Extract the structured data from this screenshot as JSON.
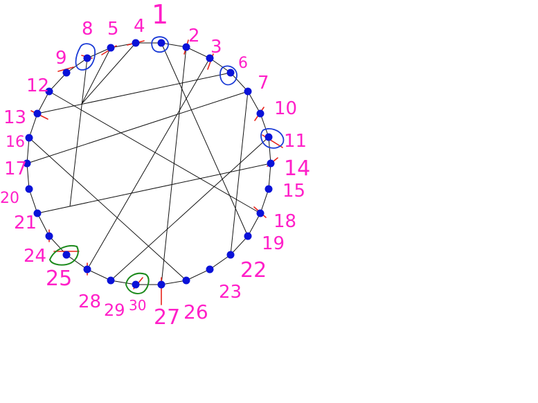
{
  "labels": [
    "8",
    "5",
    "4",
    "1",
    "2",
    "3",
    "6",
    "7",
    "9",
    "12",
    "13",
    "10",
    "16",
    "11",
    "17",
    "14",
    "15",
    "20",
    "18",
    "21",
    "19",
    "24",
    "25",
    "22",
    "23",
    "28",
    "29",
    "30",
    "27",
    "26"
  ],
  "colors": {
    "node": "#0a12d8",
    "edge": "#111111",
    "label": "#ff1fc8",
    "tick": "#e8231a",
    "blue_mark": "#1a3ad6",
    "green_mark": "#1c8a1c"
  }
}
